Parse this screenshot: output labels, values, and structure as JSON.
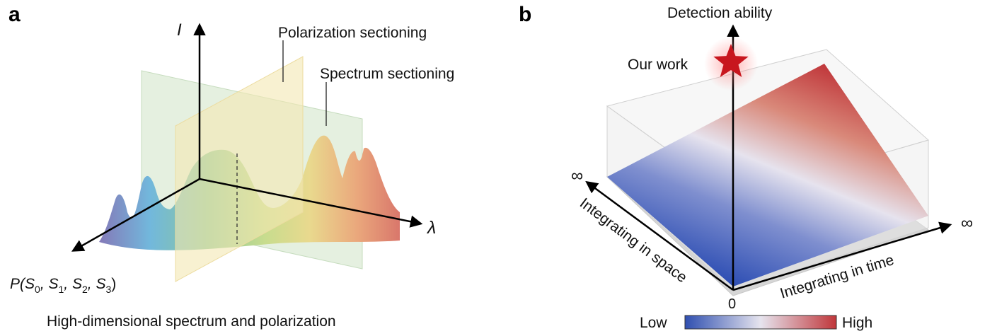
{
  "panel_a": {
    "letter": "a",
    "axis_i": "I",
    "axis_lambda": "λ",
    "axis_p": {
      "pre": "P(S",
      "s0": "0",
      "c1": ", S",
      "s1": "1",
      "c2": ", S",
      "s2": "2",
      "c3": ", S",
      "s3": "3",
      "post": ")"
    },
    "polarization_label": "Polarization sectioning",
    "spectrum_label": "Spectrum sectioning",
    "caption": "High-dimensional spectrum and polarization"
  },
  "panel_b": {
    "letter": "b",
    "detection_label": "Detection ability",
    "our_work_label": "Our work",
    "space_label": "Integrating in space",
    "time_label": "Integrating in time",
    "infinity_space": "∞",
    "infinity_time": "∞",
    "origin": "0",
    "colorbar": {
      "low": "Low",
      "high": "High",
      "low_color": "#2f4fb0",
      "mid_color": "#e6e4ee",
      "high_color": "#c0363a"
    },
    "star_color": "#c8161e"
  }
}
